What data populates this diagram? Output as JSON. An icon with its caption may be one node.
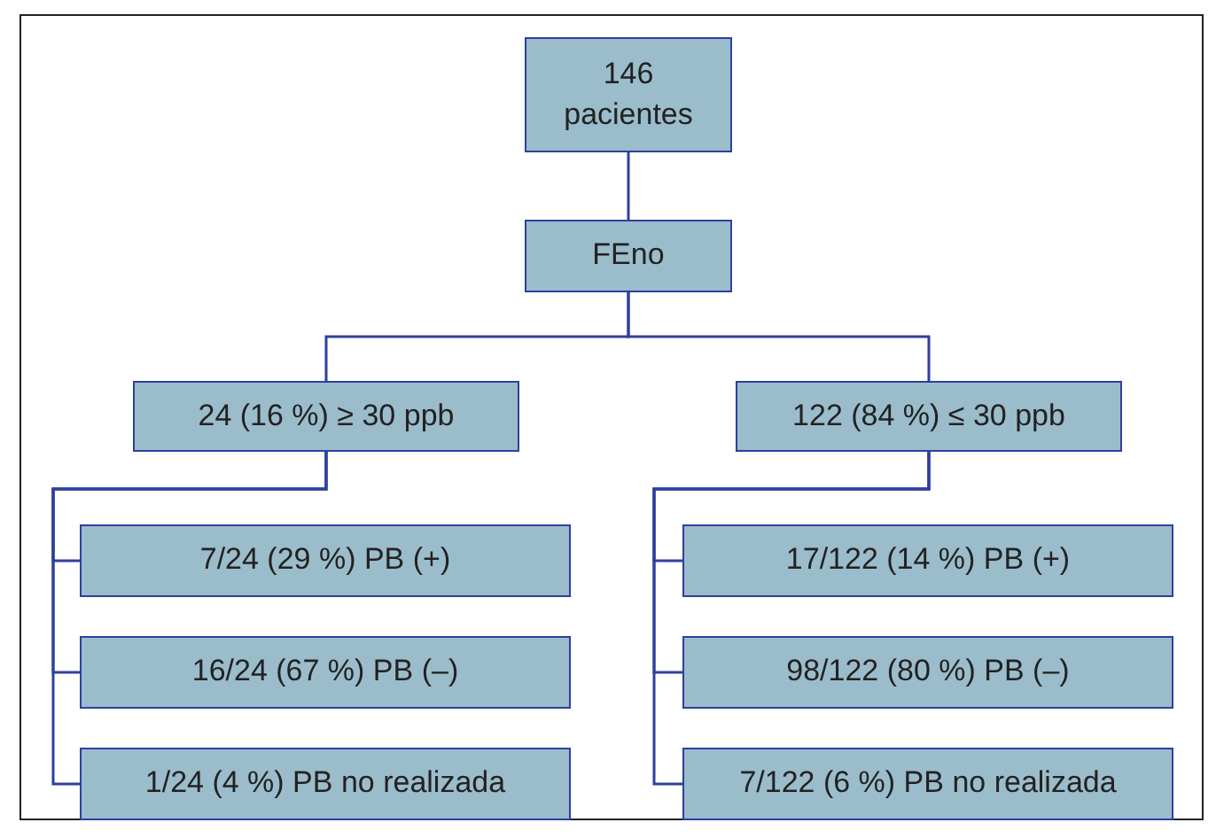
{
  "diagram": {
    "nodes": [
      {
        "text": [
          "146 pacientes"
        ]
      },
      {
        "text": [
          "FEno"
        ]
      },
      {
        "text": [
          "24 (16 %) ≥ 30 ppb"
        ]
      },
      {
        "text": [
          "122 (84 %) ≤ 30 ppb"
        ]
      },
      {
        "text": [
          "7/24 (29 %) PB (+)"
        ]
      },
      {
        "text": [
          "16/24 (67 %) PB (–)"
        ]
      },
      {
        "text": [
          "1/24 (4 %) PB no realizada"
        ]
      },
      {
        "text": [
          "17/122 (14 %) PB (+)"
        ]
      },
      {
        "text": [
          "98/122 (80 %) PB (–)"
        ]
      },
      {
        "text": [
          "7/122 (6 %) PB no realizada"
        ]
      }
    ],
    "edges": [
      {
        "from": 0,
        "to": 1,
        "arrow": "none"
      },
      {
        "from": 1,
        "to": 2,
        "arrow": "none"
      },
      {
        "from": 1,
        "to": 3,
        "arrow": "none"
      },
      {
        "from": 2,
        "to": 4,
        "arrow": "none"
      },
      {
        "from": 2,
        "to": 5,
        "arrow": "none"
      },
      {
        "from": 2,
        "to": 6,
        "arrow": "none"
      },
      {
        "from": 3,
        "to": 7,
        "arrow": "none"
      },
      {
        "from": 3,
        "to": 8,
        "arrow": "none"
      },
      {
        "from": 3,
        "to": 9,
        "arrow": "none"
      }
    ]
  }
}
